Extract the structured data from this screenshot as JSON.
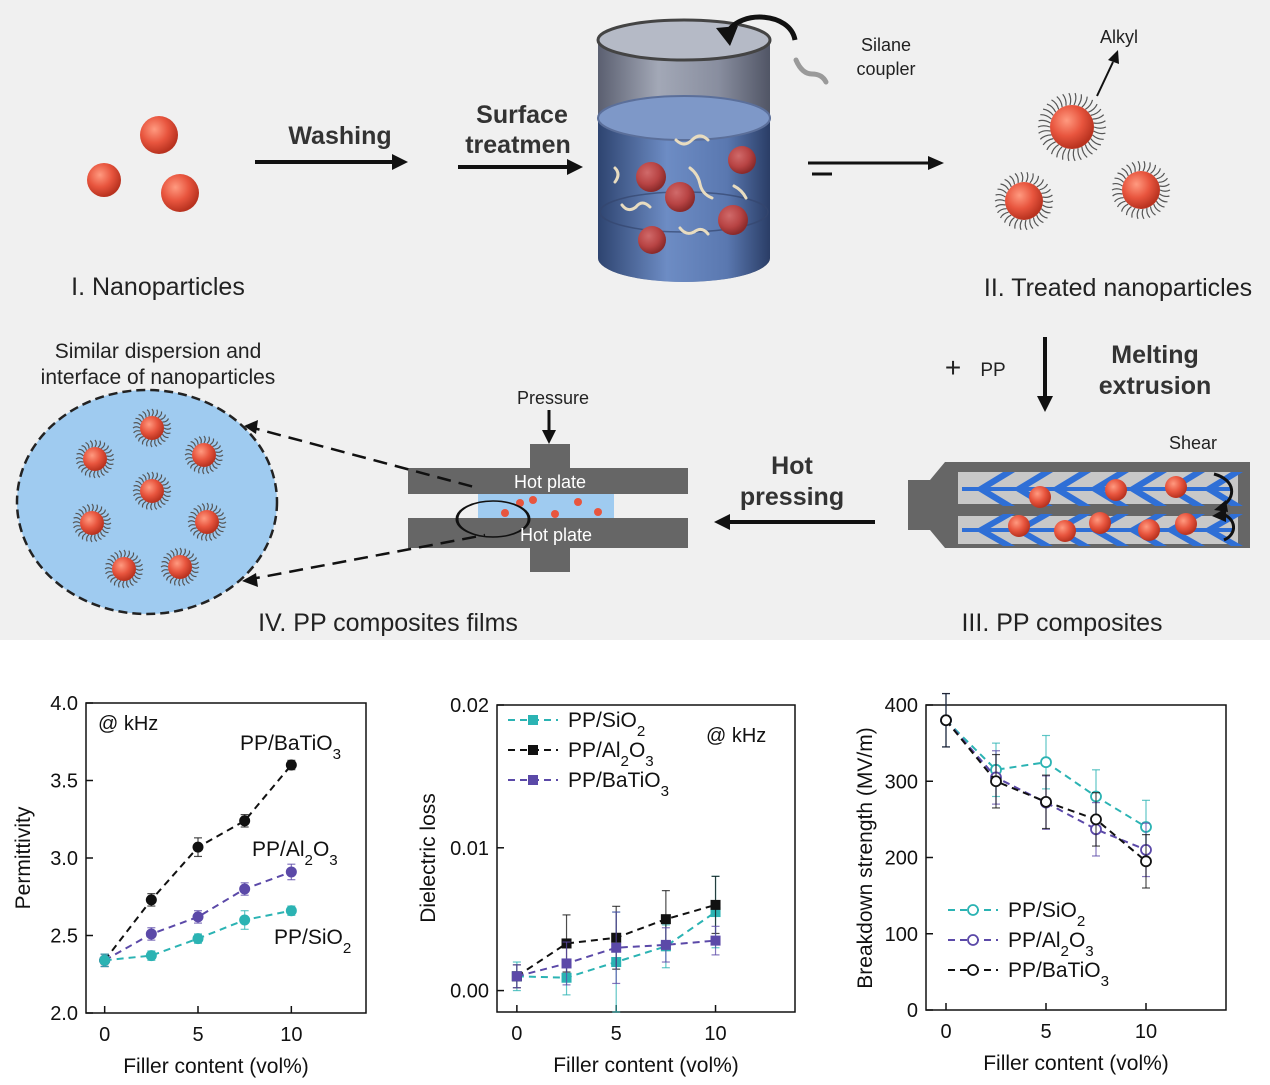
{
  "scheme": {
    "step_nanoparticles": "I. Nanoparticles",
    "washing": "Washing",
    "surface_line1": "Surface",
    "surface_line2": "treatmen",
    "silane_line1": "Silane",
    "silane_line2": "coupler",
    "alkyl": "Alkyl",
    "step_treated": "II. Treated nanoparticles",
    "plus": "+",
    "pp": "PP",
    "melting_line1": "Melting",
    "melting_line2": "extrusion",
    "shear": "Shear",
    "step_composites": "III. PP composites",
    "hot_line1": "Hot",
    "hot_line2": "pressing",
    "pressure": "Pressure",
    "hot_plate_top": "Hot plate",
    "hot_plate_bottom": "Hot plate",
    "similar_line1": "Similar dispersion and",
    "similar_line2": "interface of nanoparticles",
    "step_films": "IV. PP composites films"
  },
  "colors": {
    "particle": "#e8553e",
    "beaker_liquid": "#4a6fa8",
    "film_circle": "#9fcbf0",
    "screw_blue": "#2f6fd6",
    "machine_gray": "#666666",
    "teal": "#2bb3b3",
    "purple": "#5b49a8",
    "black": "#111111"
  },
  "chart_data": [
    {
      "type": "line",
      "annotation": "@ kHz",
      "xlabel": "Filler content (vol%)",
      "ylabel": "Permittivity",
      "xlim": [
        -1,
        14
      ],
      "ylim": [
        2.0,
        4.0
      ],
      "x_ticks": [
        0,
        5,
        10
      ],
      "y_ticks": [
        2.0,
        2.5,
        3.0,
        3.5,
        4.0
      ],
      "y_tick_labels": [
        "2.0",
        "2.5",
        "3.0",
        "3.5",
        "4.0"
      ],
      "labels": [
        {
          "series": 0,
          "parts": [
            [
              "PP/BaTiO",
              ""
            ],
            [
              "3",
              "sub"
            ]
          ]
        },
        {
          "series": 1,
          "parts": [
            [
              "PP/Al",
              ""
            ],
            [
              "2",
              "sub"
            ],
            [
              "O",
              ""
            ],
            [
              "3",
              "sub"
            ]
          ]
        },
        {
          "series": 2,
          "parts": [
            [
              "PP/SiO",
              ""
            ],
            [
              "2",
              "sub"
            ]
          ]
        }
      ],
      "series": [
        {
          "color": "#111111",
          "marker": "circle",
          "fill": true,
          "x": [
            0,
            2.5,
            5,
            7.5,
            10
          ],
          "y": [
            2.34,
            2.73,
            3.07,
            3.24,
            3.6
          ],
          "err": [
            0.04,
            0.04,
            0.06,
            0.04,
            0.03
          ]
        },
        {
          "color": "#5b49a8",
          "marker": "circle",
          "fill": true,
          "x": [
            0,
            2.5,
            5,
            7.5,
            10
          ],
          "y": [
            2.34,
            2.51,
            2.62,
            2.8,
            2.91
          ],
          "err": [
            0.04,
            0.04,
            0.04,
            0.04,
            0.05
          ]
        },
        {
          "color": "#2bb3b3",
          "marker": "circle",
          "fill": true,
          "x": [
            0,
            2.5,
            5,
            7.5,
            10
          ],
          "y": [
            2.34,
            2.37,
            2.48,
            2.6,
            2.66
          ],
          "err": [
            0.04,
            0.03,
            0.03,
            0.06,
            0.03
          ]
        }
      ]
    },
    {
      "type": "line",
      "annotation": "@ kHz",
      "xlabel": "Filler content (vol%)",
      "ylabel": "Dielectric loss",
      "xlim": [
        -1,
        14
      ],
      "ylim": [
        -0.0015,
        0.02
      ],
      "x_ticks": [
        0,
        5,
        10
      ],
      "y_ticks": [
        0.0,
        0.01,
        0.02
      ],
      "y_tick_labels": [
        "0.00",
        "0.01",
        "0.02"
      ],
      "legend": [
        {
          "series": 0,
          "parts": [
            [
              "PP/SiO",
              ""
            ],
            [
              "2",
              "sub"
            ]
          ]
        },
        {
          "series": 1,
          "parts": [
            [
              "PP/Al",
              ""
            ],
            [
              "2",
              "sub"
            ],
            [
              "O",
              ""
            ],
            [
              "3",
              "sub"
            ]
          ]
        },
        {
          "series": 2,
          "parts": [
            [
              "PP/BaTiO",
              ""
            ],
            [
              "3",
              "sub"
            ]
          ]
        }
      ],
      "series": [
        {
          "color": "#2bb3b3",
          "marker": "square",
          "fill": true,
          "x": [
            0,
            2.5,
            5,
            7.5,
            10
          ],
          "y": [
            0.001,
            0.0009,
            0.002,
            0.0031,
            0.0055
          ],
          "err": [
            0.001,
            0.0012,
            0.0035,
            0.0015,
            0.0025
          ]
        },
        {
          "color": "#111111",
          "marker": "square",
          "fill": true,
          "x": [
            0,
            2.5,
            5,
            7.5,
            10
          ],
          "y": [
            0.001,
            0.0033,
            0.0037,
            0.005,
            0.006
          ],
          "err": [
            0.0008,
            0.002,
            0.0022,
            0.002,
            0.002
          ]
        },
        {
          "color": "#5b49a8",
          "marker": "square",
          "fill": true,
          "x": [
            0,
            2.5,
            5,
            7.5,
            10
          ],
          "y": [
            0.001,
            0.0019,
            0.003,
            0.0032,
            0.0035
          ],
          "err": [
            0.0008,
            0.0015,
            0.0025,
            0.0012,
            0.001
          ]
        }
      ]
    },
    {
      "type": "line",
      "xlabel": "Filler content (vol%)",
      "ylabel": "Breakdown strength (MV/m)",
      "xlim": [
        -1,
        14
      ],
      "ylim": [
        0,
        400
      ],
      "x_ticks": [
        0,
        5,
        10
      ],
      "y_ticks": [
        0,
        100,
        200,
        300,
        400
      ],
      "y_tick_labels": [
        "0",
        "100",
        "200",
        "300",
        "400"
      ],
      "legend": [
        {
          "series": 0,
          "parts": [
            [
              "PP/SiO",
              ""
            ],
            [
              "2",
              "sub"
            ]
          ]
        },
        {
          "series": 1,
          "parts": [
            [
              "PP/Al",
              ""
            ],
            [
              "2",
              "sub"
            ],
            [
              "O",
              ""
            ],
            [
              "3",
              "sub"
            ]
          ]
        },
        {
          "series": 2,
          "parts": [
            [
              "PP/BaTiO",
              ""
            ],
            [
              "3",
              "sub"
            ]
          ]
        }
      ],
      "series": [
        {
          "color": "#2bb3b3",
          "marker": "circle",
          "fill": false,
          "x": [
            0,
            2.5,
            5,
            7.5,
            10
          ],
          "y": [
            380,
            315,
            325,
            280,
            240
          ],
          "err": [
            35,
            35,
            35,
            35,
            35
          ]
        },
        {
          "color": "#5b49a8",
          "marker": "circle",
          "fill": false,
          "x": [
            0,
            2.5,
            5,
            7.5,
            10
          ],
          "y": [
            380,
            305,
            272,
            237,
            210
          ],
          "err": [
            35,
            35,
            35,
            35,
            35
          ]
        },
        {
          "color": "#111111",
          "marker": "circle",
          "fill": false,
          "x": [
            0,
            2.5,
            5,
            7.5,
            10
          ],
          "y": [
            380,
            300,
            273,
            250,
            195
          ],
          "err": [
            35,
            35,
            35,
            35,
            35
          ]
        }
      ]
    }
  ]
}
